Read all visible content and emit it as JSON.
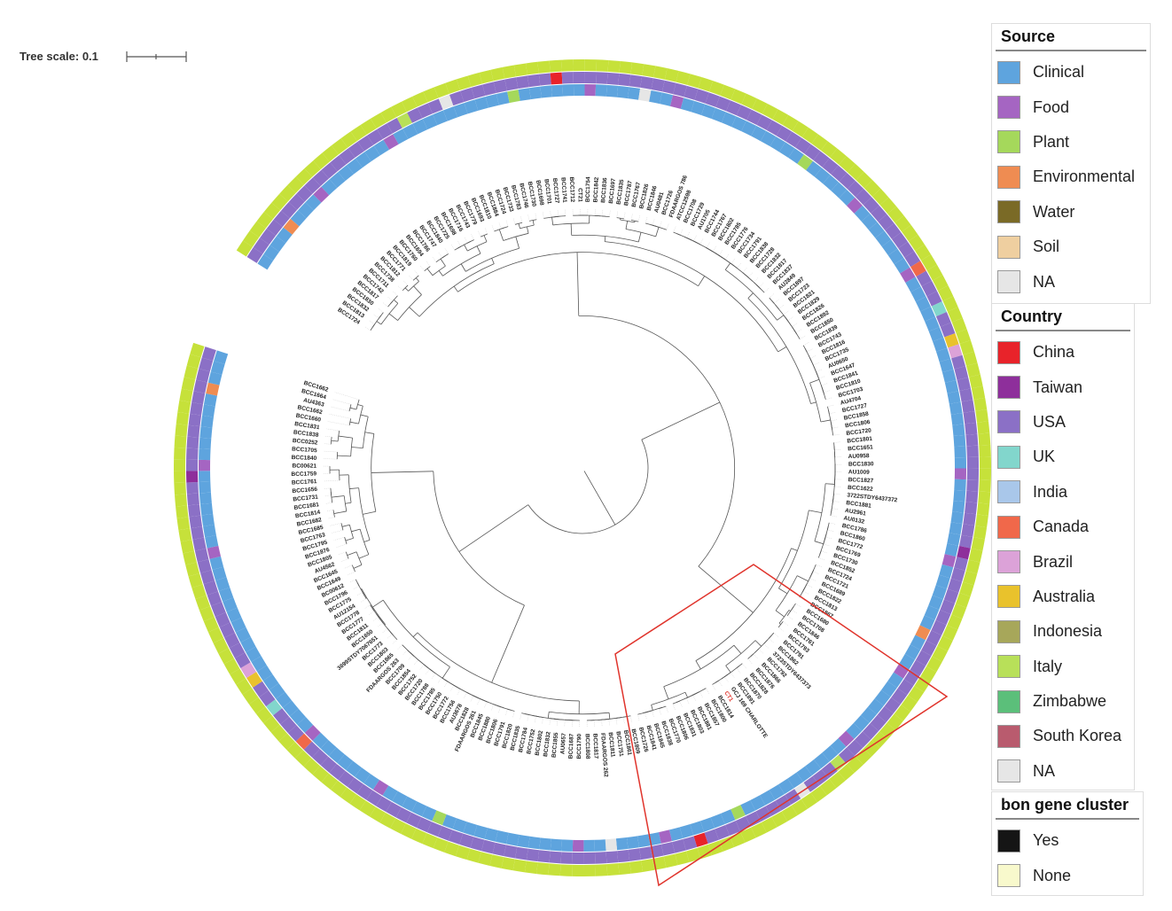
{
  "scale": {
    "label": "Tree scale: 0.1"
  },
  "legends": {
    "source": {
      "title": "Source",
      "items": [
        {
          "label": "Clinical",
          "color": "#5ea4de"
        },
        {
          "label": "Food",
          "color": "#a565c2"
        },
        {
          "label": "Plant",
          "color": "#a5d85b"
        },
        {
          "label": "Environmental",
          "color": "#ef8c52"
        },
        {
          "label": "Water",
          "color": "#7a6a26"
        },
        {
          "label": "Soil",
          "color": "#efcfa0"
        },
        {
          "label": "NA",
          "color": "#e6e6e6"
        }
      ]
    },
    "country": {
      "title": "Country",
      "items": [
        {
          "label": "China",
          "color": "#e8232a"
        },
        {
          "label": "Taiwan",
          "color": "#8e2f9b"
        },
        {
          "label": "USA",
          "color": "#8b70c6"
        },
        {
          "label": "UK",
          "color": "#82d6cc"
        },
        {
          "label": "India",
          "color": "#a9c7ea"
        },
        {
          "label": "Canada",
          "color": "#f0684a"
        },
        {
          "label": "Brazil",
          "color": "#dca2d8"
        },
        {
          "label": "Australia",
          "color": "#e9c22c"
        },
        {
          "label": "Indonesia",
          "color": "#a7a75a"
        },
        {
          "label": "Italy",
          "color": "#b8e059"
        },
        {
          "label": "Zimbabwe",
          "color": "#5bbf7a"
        },
        {
          "label": "South Korea",
          "color": "#b95b6e"
        },
        {
          "label": "NA",
          "color": "#e6e6e6"
        }
      ]
    },
    "bon": {
      "title": "bon gene cluster",
      "items": [
        {
          "label": "Yes",
          "color": "#151515"
        },
        {
          "label": "None",
          "color": "#f8f9cc"
        }
      ]
    }
  },
  "colors": {
    "outer_ring": "#c6e13a",
    "branch": "#555555",
    "highlight": "#e0342c",
    "highlight_label": "#e0342c"
  },
  "tips": [
    "BCC1724",
    "BCC1813",
    "BCC1832",
    "BCC1830",
    "BCC1817",
    "BCC1742",
    "BCC1711",
    "BCC1738",
    "BCC1812",
    "BCC1771",
    "BCC1819",
    "BCC1760",
    "BCC1694",
    "BCC1786",
    "BCC1747",
    "BCC1840",
    "BCC1725",
    "BCC1698",
    "BCC1716",
    "BCC1743",
    "BCC1779",
    "BCC1693",
    "BCC1810",
    "BCC1884",
    "BCC1724",
    "BCC1733",
    "BCC1783",
    "BCC1746",
    "BCC1730",
    "BCC1698",
    "BCC1701",
    "BCC1727",
    "BCC1741",
    "BCC1712",
    "CT21",
    "BCC1754",
    "BCC1842",
    "BCC1836",
    "BCC1697",
    "BCC1835",
    "BCC1787",
    "BCC1767",
    "BCC1826",
    "BCC1846",
    "AU0481",
    "BCC1726",
    "FDAARGOS 786",
    "ATCC12598",
    "BCC1708",
    "BCC1729",
    "AU1705",
    "BCC1744",
    "BCC1767",
    "BCC1802",
    "BCC1785",
    "BCC1776",
    "BCC1734",
    "BCC1791",
    "BCC1838",
    "BCC1728",
    "BCC1832",
    "BCC1817",
    "BCC1837",
    "AU2849",
    "BCC1897",
    "BCC1723",
    "BCC1821",
    "BCC1829",
    "BCC1826",
    "BCC1892",
    "BCC1850",
    "BCC1839",
    "BCC1743",
    "BCC1816",
    "BCC1735",
    "AU0650",
    "BCC1647",
    "BCC1841",
    "BCC1810",
    "BCC1703",
    "AU4704",
    "BCC1727",
    "BCC1858",
    "BCC1806",
    "BCC1720",
    "BCC1801",
    "BCC1651",
    "AU0958",
    "BCC1830",
    "AU1009",
    "BCC1827",
    "BCC1622",
    "3722STDY6437372",
    "BCC1881",
    "AU2961",
    "AU0132",
    "BCC1786",
    "BCC1860",
    "BCC1772",
    "BCC1769",
    "BCC1730",
    "BCC1852",
    "BCC1724",
    "BCC1721",
    "BCC1689",
    "BCC1822",
    "BCC1813",
    "BCC1867",
    "BCC1680",
    "BCC1708",
    "BCC1846",
    "BCC1761",
    "BCC1793",
    "BCC1791",
    "BCC1862",
    "3723STDY6437373",
    "BCC1792",
    "BCC1866",
    "BCC1876",
    "BCC1828",
    "BCC1870",
    "BCC1891",
    "GCJ 169 CHARLOTTE",
    "CT1",
    "BCC1814",
    "BCC1800",
    "BCC1857",
    "BCC1881",
    "BCC1803",
    "BCC1831",
    "BCC1806",
    "BCC1770",
    "BCC1838",
    "BCC1845",
    "BCC1841",
    "BCC1726",
    "BCC1809",
    "BCC1861",
    "BCC1751",
    "BCC1811",
    "FDAARGOS 262",
    "BCC1817",
    "BCC1808",
    "BCC1790",
    "BCC1687",
    "AU0657",
    "BCC1855",
    "BCC1832",
    "BCC1802",
    "BCC1752",
    "BCC1784",
    "BCC1835",
    "BCC1820",
    "BCC1791",
    "BCC1806",
    "BCC1880",
    "BCC1845",
    "FDAARGOS 261",
    "BCC1828",
    "AU3678",
    "BCC1756",
    "BCC1772",
    "BCC1750",
    "BCC1785",
    "BCC1788",
    "BCC1720",
    "BCC1752",
    "BCC1854",
    "BCC1709",
    "FDAARGOS 263",
    "BCC1865",
    "BCC1803",
    "BCC1773",
    "3699STDY7067651",
    "BCC1650",
    "BCC1811",
    "BCC1777",
    "BCC1778",
    "AU12154",
    "BCC1775",
    "BCC1796",
    "BC00612",
    "BCC1649",
    "BCC1645",
    "AU4562",
    "BCC1805",
    "BCC1876",
    "BCC1795",
    "BCC1763",
    "BCC1685",
    "BCC1682",
    "BCC1814",
    "BCC1681",
    "BCC1731",
    "BCC1656",
    "BCC1761",
    "BCC1759",
    "BC00621",
    "BCC1840",
    "BCC1705",
    "BCC0252",
    "BCC1838",
    "BCC1831",
    "BCC1660",
    "BCC1662",
    "AU4363",
    "BCC1664",
    "BCC1662"
  ]
}
